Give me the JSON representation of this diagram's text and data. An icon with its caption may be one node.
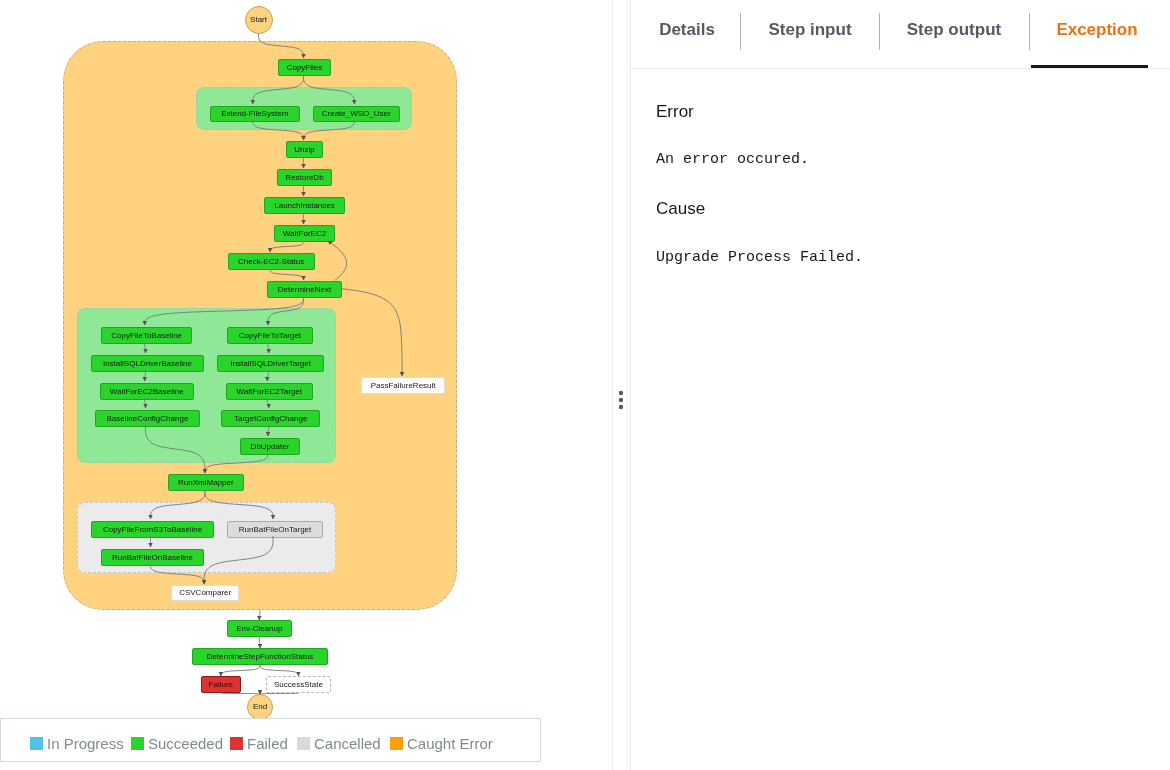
{
  "diagram": {
    "nodes": [
      {
        "text": [
          "Start"
        ]
      },
      {
        "text": [],
        "shape": "box"
      },
      {
        "text": [
          "CopyFiles"
        ],
        "in": 1
      },
      {
        "text": [],
        "shape": "box",
        "in": 1
      },
      {
        "text": [
          "Extend-FileSystem"
        ],
        "in": 3
      },
      {
        "text": [
          "Create_WSO_User"
        ],
        "in": 3
      },
      {
        "text": [
          "Unzip"
        ],
        "in": 1
      },
      {
        "text": [
          "RestoreDb"
        ],
        "in": 1
      },
      {
        "text": [
          "LaunchInstances"
        ],
        "in": 1
      },
      {
        "text": [
          "WaitForEC2"
        ],
        "in": 1
      },
      {
        "text": [
          "Check-EC2-Status"
        ],
        "in": 1
      },
      {
        "text": [
          "DetermineNext"
        ],
        "in": 1
      },
      {
        "text": [],
        "shape": "box",
        "in": 1
      },
      {
        "text": [
          "CopyFileToBaseline"
        ],
        "in": 12
      },
      {
        "text": [
          "CopyFileToTarget"
        ],
        "in": 12
      },
      {
        "text": [
          "InstallSQLDriverBaseline"
        ],
        "in": 12
      },
      {
        "text": [
          "InstallSQLDriverTarget"
        ],
        "in": 12
      },
      {
        "text": [
          "WaitForEC2Baseline"
        ],
        "in": 12
      },
      {
        "text": [
          "WaitForEC2Target"
        ],
        "in": 12
      },
      {
        "text": [
          "BaselineConfigChange"
        ],
        "in": 12
      },
      {
        "text": [
          "TargetConfigChange"
        ],
        "in": 12
      },
      {
        "text": [
          "DbUpdater"
        ],
        "in": 12
      },
      {
        "text": [
          "PassFailureResult"
        ],
        "in": 1
      },
      {
        "text": [
          "RunXmlMapper"
        ],
        "in": 1
      },
      {
        "text": [],
        "shape": "box",
        "in": 1
      },
      {
        "text": [
          "CopyFileFromS3ToBaseline"
        ],
        "in": 24
      },
      {
        "text": [
          "RunBatFileOnTarget"
        ],
        "in": 24
      },
      {
        "text": [
          "RunBatFileOnBaseline"
        ],
        "in": 24
      },
      {
        "text": [
          "CSVComparer"
        ],
        "in": 1
      },
      {
        "text": [
          "Env-Cleanup"
        ]
      },
      {
        "text": [
          "DetermineStepFunctionStatus"
        ]
      },
      {
        "text": [
          "Failure"
        ]
      },
      {
        "text": [
          "SuccessState"
        ]
      },
      {
        "text": [
          "End"
        ]
      }
    ],
    "edges": [
      {
        "from": 0,
        "to": 2,
        "arrow": "to"
      },
      {
        "from": 2,
        "to": 4,
        "arrow": "to"
      },
      {
        "from": 2,
        "to": 5,
        "arrow": "to"
      },
      {
        "from": 4,
        "to": 6,
        "arrow": "to"
      },
      {
        "from": 5,
        "to": 6,
        "arrow": "to"
      },
      {
        "from": 6,
        "to": 7,
        "arrow": "to"
      },
      {
        "from": 7,
        "to": 8,
        "arrow": "to"
      },
      {
        "from": 8,
        "to": 9,
        "arrow": "to"
      },
      {
        "from": 9,
        "to": 10,
        "arrow": "to"
      },
      {
        "from": 10,
        "to": 11,
        "arrow": "to"
      },
      {
        "from": 11,
        "to": 9,
        "arrow": "to"
      },
      {
        "from": 11,
        "to": 13,
        "arrow": "to"
      },
      {
        "from": 11,
        "to": 14,
        "arrow": "to"
      },
      {
        "from": 11,
        "to": 22,
        "arrow": "to"
      },
      {
        "from": 13,
        "to": 15,
        "arrow": "to"
      },
      {
        "from": 15,
        "to": 17,
        "arrow": "to"
      },
      {
        "from": 17,
        "to": 19,
        "arrow": "to"
      },
      {
        "from": 14,
        "to": 16,
        "arrow": "to"
      },
      {
        "from": 16,
        "to": 18,
        "arrow": "to"
      },
      {
        "from": 18,
        "to": 20,
        "arrow": "to"
      },
      {
        "from": 20,
        "to": 21,
        "arrow": "to"
      },
      {
        "from": 19,
        "to": 23,
        "arrow": "to"
      },
      {
        "from": 21,
        "to": 23,
        "arrow": "to"
      },
      {
        "from": 23,
        "to": 25,
        "arrow": "to"
      },
      {
        "from": 23,
        "to": 26,
        "arrow": "to"
      },
      {
        "from": 25,
        "to": 27,
        "arrow": "to"
      },
      {
        "from": 27,
        "to": 28,
        "arrow": "to"
      },
      {
        "from": 26,
        "to": 28,
        "arrow": "to"
      },
      {
        "from": 1,
        "to": 29,
        "arrow": "to"
      },
      {
        "from": 29,
        "to": 30,
        "arrow": "to"
      },
      {
        "from": 30,
        "to": 31,
        "arrow": "to"
      },
      {
        "from": 30,
        "to": 32,
        "arrow": "to"
      },
      {
        "from": 31,
        "to": 33,
        "arrow": "to"
      },
      {
        "from": 32,
        "to": 33,
        "arrow": "to"
      }
    ],
    "labels": [
      "Details",
      "Step input",
      "Step output",
      "Exception",
      "Error",
      "An error occured.",
      "Cause",
      "Upgrade Process Failed."
    ],
    "legend": [
      {
        "text": "In Progress",
        "color": "#4fc3e8"
      },
      {
        "text": "Succeeded",
        "color": "#2bd42b"
      },
      {
        "text": "Failed",
        "color": "#dd3333"
      },
      {
        "text": "Cancelled",
        "color": "#d9d9d9"
      },
      {
        "text": "Caught Error",
        "color": "#ff9f0a"
      }
    ]
  }
}
